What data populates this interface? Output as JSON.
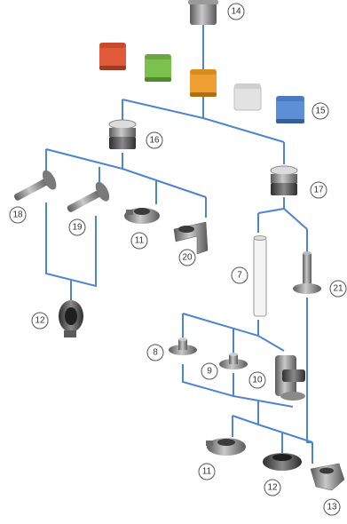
{
  "callouts": [
    {
      "id": "c14a",
      "label": "14"
    },
    {
      "id": "c15",
      "label": "15"
    },
    {
      "id": "c16",
      "label": "16"
    },
    {
      "id": "c17",
      "label": "17"
    },
    {
      "id": "c18",
      "label": "18"
    },
    {
      "id": "c19",
      "label": "19"
    },
    {
      "id": "c11a",
      "label": "11"
    },
    {
      "id": "c20",
      "label": "20"
    },
    {
      "id": "c12a",
      "label": "12"
    },
    {
      "id": "c7",
      "label": "7"
    },
    {
      "id": "c21",
      "label": "21"
    },
    {
      "id": "c8",
      "label": "8"
    },
    {
      "id": "c9",
      "label": "9"
    },
    {
      "id": "c10",
      "label": "10"
    },
    {
      "id": "c11b",
      "label": "11"
    },
    {
      "id": "c12b",
      "label": "12"
    },
    {
      "id": "c13",
      "label": "13"
    }
  ],
  "colors": {
    "connector": "#4f84cf",
    "gray_cap": "#b8b8b8",
    "red_cap": "#e05a3a",
    "green_cap": "#7cc04e",
    "orange_cap": "#f0a030",
    "light_cap": "#e2e2e2",
    "blue_cap": "#5b8fd6",
    "metal": "#8a8a8a",
    "metal_dark": "#4a4a4a"
  }
}
